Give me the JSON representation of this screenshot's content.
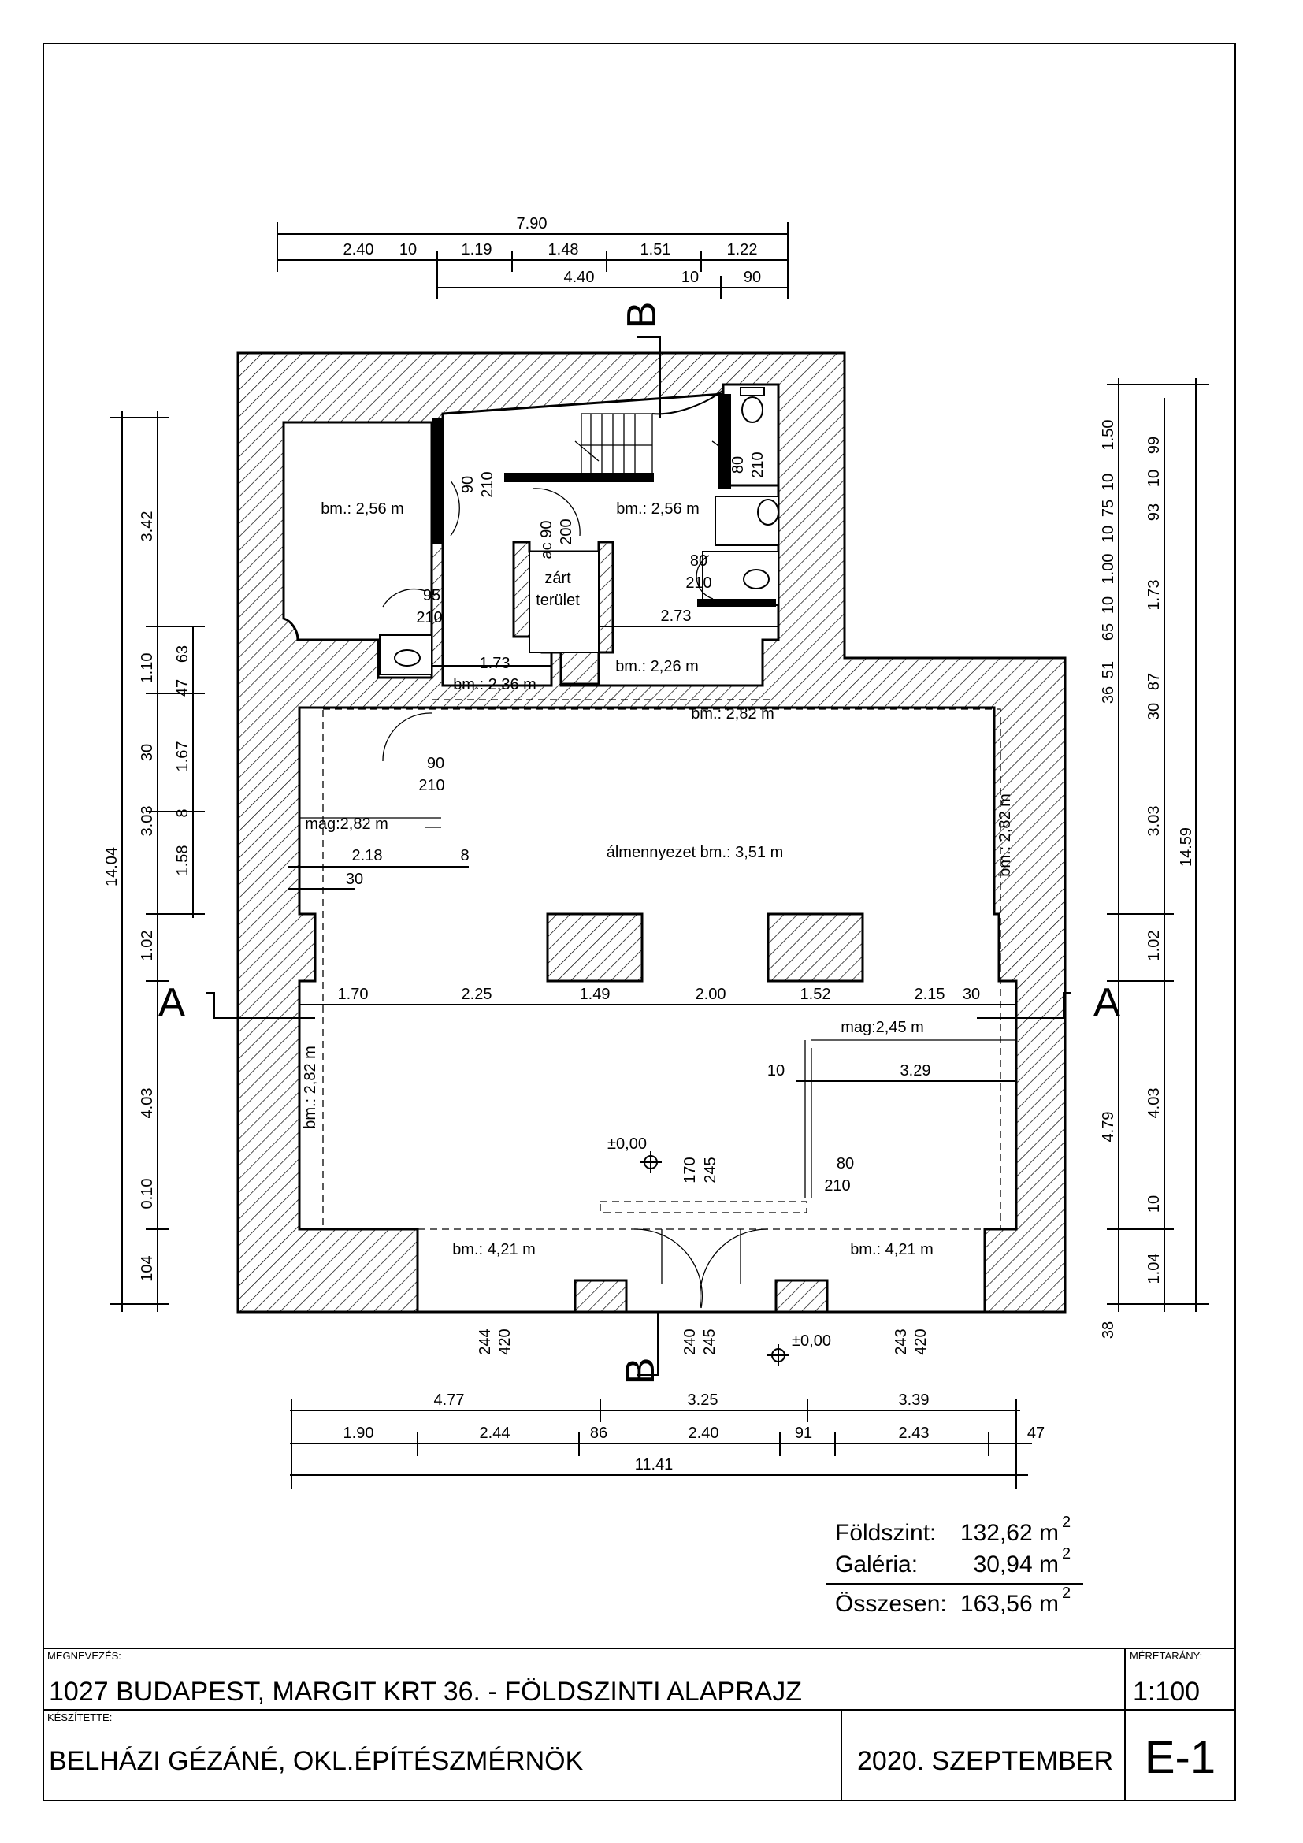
{
  "top_dimensions": {
    "overall": "7.90",
    "row1": [
      "2.40",
      "10",
      "1.19",
      "1.48",
      "1.51",
      "1.22"
    ],
    "row2": [
      "4.40",
      "10",
      "90"
    ]
  },
  "left_dimensions": {
    "overall": "14.04",
    "chain": [
      "3.42",
      "1.10",
      "30",
      "3.03",
      "1.02",
      "4.03",
      "0.10",
      "104"
    ],
    "inner": [
      "63",
      "47",
      "1.67",
      "8",
      "1.58"
    ]
  },
  "right_dimensions": {
    "overall": "14.59",
    "chain_outer": [
      "99",
      "10",
      "93",
      "1.73",
      "87",
      "30",
      "3.03",
      "1.02",
      "4.03",
      "10",
      "1.04"
    ],
    "chain_inner": [
      "1.50",
      "10",
      "75",
      "10",
      "1.00",
      "10",
      "65",
      "51",
      "36"
    ],
    "side": "4.79",
    "side2": "38"
  },
  "bottom_dimensions": {
    "row1": [
      "4.77",
      "3.25",
      "3.39"
    ],
    "row2": [
      "1.90",
      "2.44",
      "86",
      "2.40",
      "91",
      "2.43",
      "47"
    ],
    "overall": "11.41"
  },
  "section_marks": {
    "a_left": "A",
    "a_right": "A",
    "b_top": "B",
    "b_bottom": "B"
  },
  "room_labels": {
    "upper_left": "bm.: 2,56 m",
    "upper_mid": "bm.: 2,56 m",
    "closed_area": [
      "zárt",
      "terület"
    ],
    "bm236": "bm.: 2,36 m",
    "bm226": "bm.: 2,26 m",
    "bm282_top": "bm.: 2,82 m",
    "mag282": "mag:2,82 m",
    "ceiling": "álmennyezet bm.: 3,51 m",
    "bm282_right": "bm.: 2,82 m",
    "bm282_left": "bm.: 2,82 m",
    "mag245": "mag:2,45 m",
    "bm421_left": "bm.: 4,21 m",
    "bm421_right": "bm.: 4,21 m",
    "level1": "±0,00",
    "level2": "±0,00"
  },
  "interior_dims": {
    "d173": "1.73",
    "d273": "2.73",
    "d218": "2.18",
    "d8": "8",
    "d30": "30",
    "mid_row": [
      "1.70",
      "2.25",
      "1.49",
      "2.00",
      "1.52",
      "2.15",
      "30"
    ],
    "d10": "10",
    "d329": "3.29",
    "d170": "170",
    "d245": "245",
    "sill_left": [
      "244",
      "420"
    ],
    "sill_mid": [
      "240",
      "245"
    ],
    "sill_right": [
      "243",
      "420"
    ]
  },
  "doors": {
    "d1": [
      "90",
      "210"
    ],
    "d2": [
      "ac 90",
      "200"
    ],
    "d3": [
      "80",
      "210"
    ],
    "d4": [
      "80",
      "210"
    ],
    "d5": [
      "95",
      "210"
    ],
    "d6": [
      "90",
      "210"
    ],
    "d7": [
      "80",
      "210"
    ]
  },
  "areas": {
    "rows": [
      {
        "label": "Földszint:",
        "value": "132,62 m",
        "sup": "2"
      },
      {
        "label": "Galéria:",
        "value": "30,94 m",
        "sup": "2"
      },
      {
        "label": "Összesen:",
        "value": "163,56 m",
        "sup": "2"
      }
    ]
  },
  "title_block": {
    "name_label": "MEGNEVEZÉS:",
    "name_value": "1027 BUDAPEST, MARGIT KRT 36. -  FÖLDSZINTI ALAPRAJZ",
    "scale_label": "MÉRETARÁNY:",
    "scale_value": "1:100",
    "author_label": "KÉSZÍTETTE:",
    "author_value": "BELHÁZI GÉZÁNÉ, OKL.ÉPÍTÉSZMÉRNÖK",
    "date_value": "2020. SZEPTEMBER",
    "sheet_id": "E-1"
  }
}
